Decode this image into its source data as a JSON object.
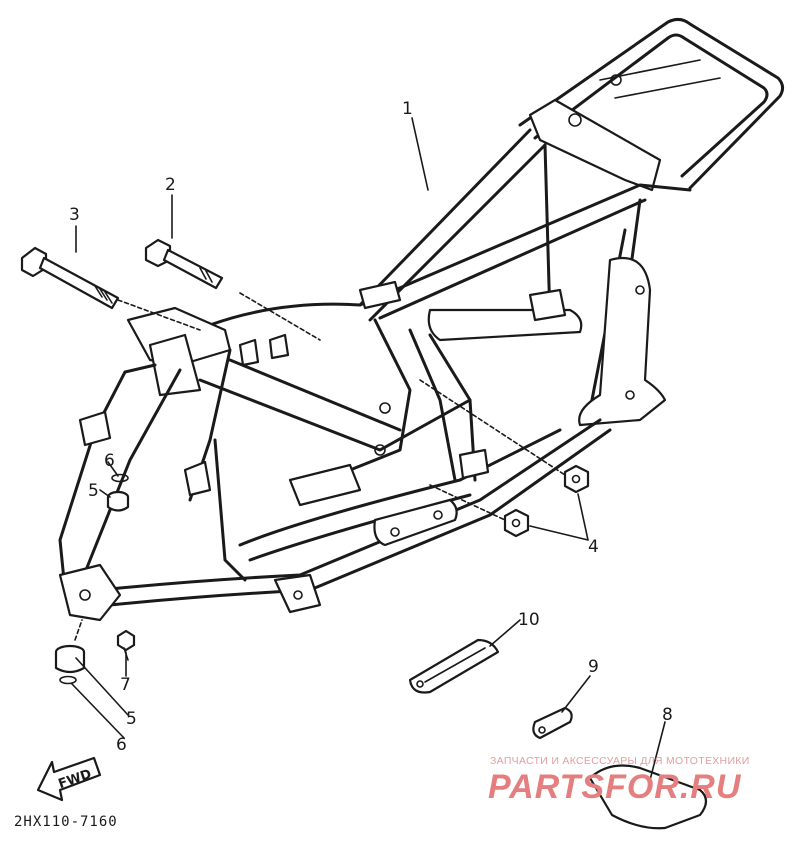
{
  "callouts": [
    "1",
    "2",
    "3",
    "4",
    "5",
    "6",
    "7",
    "5",
    "6",
    "8",
    "9",
    "10"
  ],
  "fwd_label": "FWD",
  "diagram_code": "2HX110-7160",
  "watermark": {
    "line1": "ЗАПЧАСТИ И АКСЕССУАРЫ ДЛЯ МОТОТЕХНИКИ",
    "line2": "PARTSFOR.RU"
  },
  "colors": {
    "ink": "#1a1a1a",
    "watermark": "#e57f7f"
  }
}
